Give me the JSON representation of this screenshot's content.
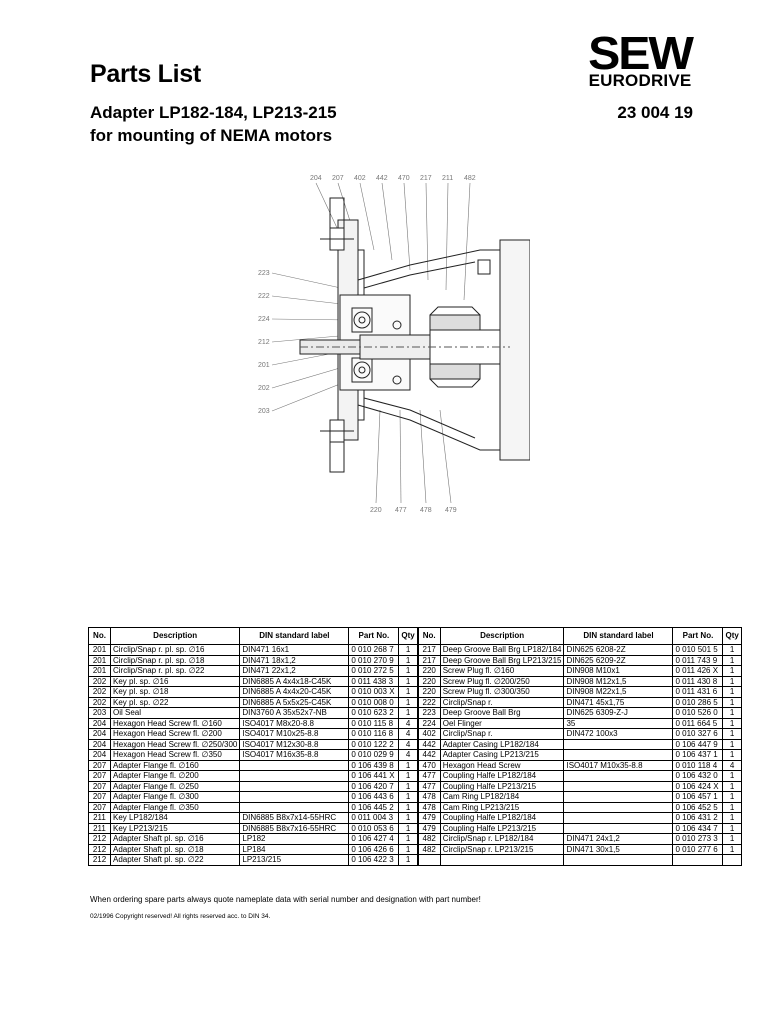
{
  "header": {
    "title": "Parts List",
    "subtitle_line1": "Adapter LP182-184, LP213-215",
    "subtitle_line2": "for mounting of NEMA motors",
    "doc_number": "23 004 19",
    "logo_top": "SEW",
    "logo_bottom": "EURODRIVE"
  },
  "drawing_labels": {
    "top": [
      "204",
      "207",
      "402",
      "442",
      "470",
      "217",
      "211",
      "482"
    ],
    "left": [
      "223",
      "222",
      "224",
      "212",
      "201",
      "202",
      "203"
    ],
    "bottom": [
      "220",
      "477",
      "478",
      "479"
    ]
  },
  "table": {
    "headers": [
      "No.",
      "Description",
      "DIN standard label",
      "Part No.",
      "Qty"
    ],
    "left_rows": [
      [
        "201",
        "Circlip/Snap r. pl. sp.  ∅16",
        "DIN471  16x1",
        "0 010 268 7",
        "1"
      ],
      [
        "201",
        "Circlip/Snap r. pl. sp.  ∅18",
        "DIN471  18x1,2",
        "0 010 270 9",
        "1"
      ],
      [
        "201",
        "Circlip/Snap r. pl. sp.  ∅22",
        "DIN471  22x1,2",
        "0 010 272 5",
        "1"
      ],
      [
        "202",
        "Key pl. sp.  ∅16",
        "DIN6885  A 4x4x18-C45K",
        "0 011 438 3",
        "1"
      ],
      [
        "202",
        "Key pl. sp.  ∅18",
        "DIN6885  A 4x4x20-C45K",
        "0 010 003 X",
        "1"
      ],
      [
        "202",
        "Key pl. sp.  ∅22",
        "DIN6885  A 5x5x25-C45K",
        "0 010 008 0",
        "1"
      ],
      [
        "203",
        "Oil Seal",
        "DIN3760  A 35x52x7-NB",
        "0 010 623 2",
        "1"
      ],
      [
        "204",
        "Hexagon Head Screw fl.  ∅160",
        "ISO4017 M8x20-8.8",
        "0 010 115 8",
        "4"
      ],
      [
        "204",
        "Hexagon Head Screw fl.  ∅200",
        "ISO4017 M10x25-8.8",
        "0 010 116 8",
        "4"
      ],
      [
        "204",
        "Hexagon Head Screw fl. ∅250/300",
        "ISO4017 M12x30-8.8",
        "0 010 122 2",
        "4"
      ],
      [
        "204",
        "Hexagon Head Screw fl.  ∅350",
        "ISO4017 M16x35-8.8",
        "0 010 029 9",
        "4"
      ],
      [
        "207",
        "Adapter Flange fl.  ∅160",
        "",
        "0 106 439 8",
        "1"
      ],
      [
        "207",
        "Adapter Flange fl.  ∅200",
        "",
        "0 106 441 X",
        "1"
      ],
      [
        "207",
        "Adapter Flange fl.  ∅250",
        "",
        "0 106 420 7",
        "1"
      ],
      [
        "207",
        "Adapter Flange fl.  ∅300",
        "",
        "0 106 443 6",
        "1"
      ],
      [
        "207",
        "Adapter Flange fl.  ∅350",
        "",
        "0 106 445 2",
        "1"
      ],
      [
        "211",
        "Key LP182/184",
        "DIN6885  B8x7x14-55HRC",
        "0 011 004 3",
        "1"
      ],
      [
        "211",
        "Key LP213/215",
        "DIN6885  B8x7x16-55HRC",
        "0 010 053 6",
        "1"
      ],
      [
        "212",
        "Adapter Shaft pl. sp.  ∅16",
        "LP182",
        "0 106 427 4",
        "1"
      ],
      [
        "212",
        "Adapter Shaft pl. sp.  ∅18",
        "LP184",
        "0 106 426 6",
        "1"
      ],
      [
        "212",
        "Adapter Shaft pl. sp.  ∅22",
        "LP213/215",
        "0 106 422 3",
        "1"
      ]
    ],
    "right_rows": [
      [
        "217",
        "Deep Groove Ball Brg LP182/184",
        "DIN625  6208-2Z",
        "0 010 501 5",
        "1"
      ],
      [
        "217",
        "Deep Groove Ball Brg LP213/215",
        "DIN625  6209-2Z",
        "0 011 743 9",
        "1"
      ],
      [
        "220",
        "Screw Plug fl.  ∅160",
        "DIN908 M10x1",
        "0 011 426 X",
        "1"
      ],
      [
        "220",
        "Screw Plug fl.  ∅200/250",
        "DIN908 M12x1,5",
        "0 011 430 8",
        "1"
      ],
      [
        "220",
        "Screw Plug fl.  ∅300/350",
        "DIN908 M22x1,5",
        "0 011 431 6",
        "1"
      ],
      [
        "222",
        "Circlip/Snap r.",
        "DIN471  45x1,75",
        "0 010 286 5",
        "1"
      ],
      [
        "223",
        "Deep Groove Ball Brg",
        "DIN625  6309-Z-J",
        "0 010 526 0",
        "1"
      ],
      [
        "224",
        "Oel Flinger",
        "35",
        "0 011 664 5",
        "1"
      ],
      [
        "402",
        "Circlip/Snap r.",
        "DIN472  100x3",
        "0 010 327 6",
        "1"
      ],
      [
        "442",
        "Adapter Casing LP182/184",
        "",
        "0 106 447 9",
        "1"
      ],
      [
        "442",
        "Adapter Casing LP213/215",
        "",
        "0 106 437 1",
        "1"
      ],
      [
        "470",
        "Hexagon Head Screw",
        "ISO4017 M10x35-8.8",
        "0 010 118 4",
        "4"
      ],
      [
        "477",
        "Coupling Halfe LP182/184",
        "",
        "0 106 432 0",
        "1"
      ],
      [
        "477",
        "Coupling Halfe LP213/215",
        "",
        "0 106 424 X",
        "1"
      ],
      [
        "478",
        "Cam Ring LP182/184",
        "",
        "0 106 457 1",
        "1"
      ],
      [
        "478",
        "Cam Ring LP213/215",
        "",
        "0 106 452 5",
        "1"
      ],
      [
        "479",
        "Coupling Halfe LP182/184",
        "",
        "0 106 431 2",
        "1"
      ],
      [
        "479",
        "Coupling Halfe LP213/215",
        "",
        "0 106 434 7",
        "1"
      ],
      [
        "482",
        "Circlip/Snap r. LP182/184",
        "DIN471  24x1,2",
        "0 010 273 3",
        "1"
      ],
      [
        "482",
        "Circlip/Snap r. LP213/215",
        "DIN471  30x1,5",
        "0 010 277 6",
        "1"
      ],
      [
        "",
        "",
        "",
        "",
        ""
      ]
    ]
  },
  "footer": {
    "note": "When ordering spare parts always quote nameplate data with serial number and designation with part number!",
    "copyright": "02/1996 Copyright reserved! All rights reserved acc. to DIN 34."
  }
}
